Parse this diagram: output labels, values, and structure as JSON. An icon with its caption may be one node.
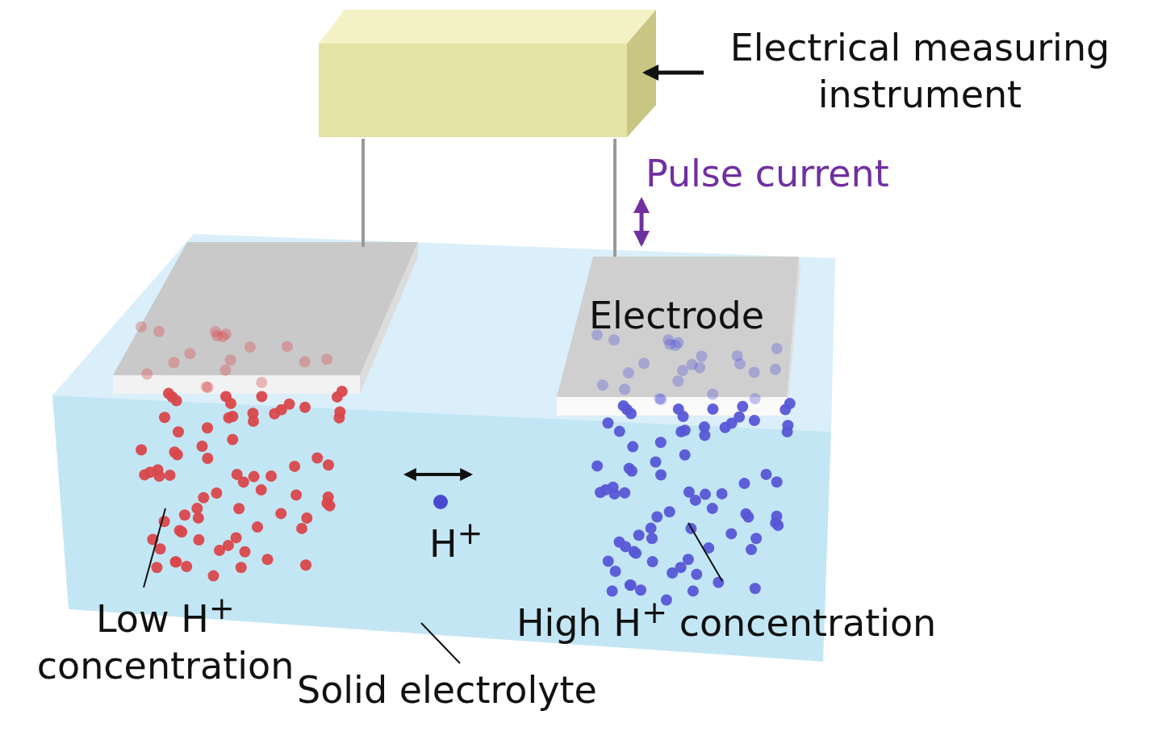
{
  "diagram": {
    "nodes": [
      {
        "text": [],
        "shape": "box"
      },
      {
        "text": [
          "Electrical measuring instrument"
        ]
      },
      {
        "text": [],
        "shape": "box"
      },
      {
        "text": [
          "Electrode"
        ]
      },
      {
        "text": [],
        "shape": "box"
      },
      {
        "text": [
          "Low H$^{+}$ concentration"
        ]
      },
      {
        "text": [
          "High H$^{+}$ concentration"
        ]
      },
      {
        "text": [
          "Solid electrolyte"
        ]
      }
    ],
    "edges": [
      {
        "from": 1,
        "to": 0,
        "arrow": "to",
        "style": "thick"
      },
      {
        "from": 0,
        "to": 2,
        "arrow": "none",
        "color": "#9a9a9a"
      },
      {
        "from": 0,
        "to": 3,
        "arrow": "none",
        "color": "#9a9a9a"
      },
      {
        "from": 5,
        "to": 4,
        "arrow": "none"
      },
      {
        "from": 6,
        "to": 4,
        "arrow": "none"
      },
      {
        "from": 7,
        "to": 4,
        "arrow": "none"
      }
    ],
    "labels": [
      "Pulse current",
      "H$^{+}$"
    ]
  }
}
